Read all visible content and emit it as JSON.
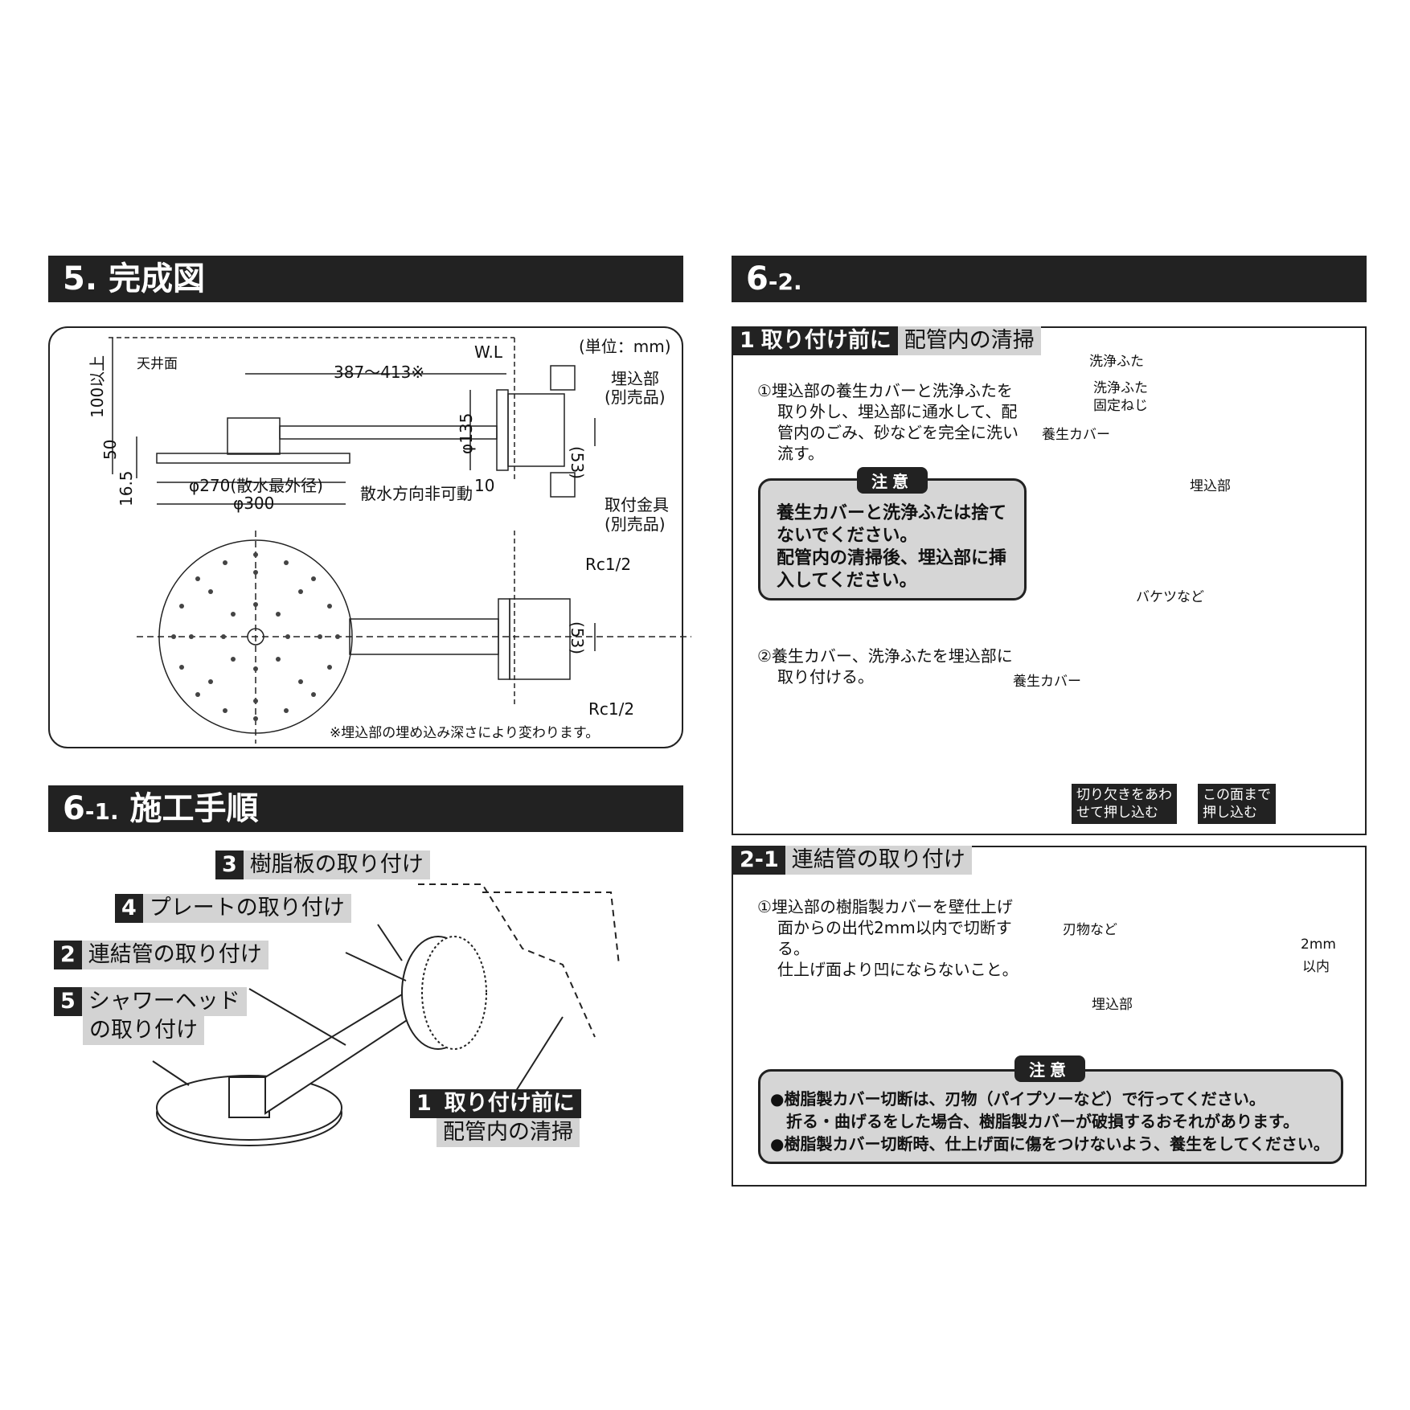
{
  "sec5": {
    "num": "5.",
    "title": "完成図"
  },
  "sec61": {
    "num": "6",
    "sub": "-1.",
    "title": "施工手順"
  },
  "sec62": {
    "num": "6",
    "sub": "-2."
  },
  "drawing": {
    "unit": "(単位：mm)",
    "ceiling": "天井面",
    "wl": "W.L",
    "dim_387": "387～413※",
    "dim_100": "100以上",
    "dim_50": "50",
    "dim_165": "16.5",
    "dim_135": "φ135",
    "dim_53a": "(53)",
    "dim_53b": "(53)",
    "dim_10": "10",
    "dim_270": "φ270(散水最外径)",
    "dim_300": "φ300",
    "spray_fixed": "散水方向非可動",
    "embed_a": "埋込部",
    "embed_b": "(別売品)",
    "fitting_a": "取付金具",
    "fitting_b": "(別売品)",
    "rc_top": "Rc1/2",
    "rc_bot": "Rc1/2",
    "note": "※埋込部の埋め込み深さにより変わります。"
  },
  "steps": {
    "s3": {
      "num": "3",
      "label": "樹脂板の取り付け"
    },
    "s4": {
      "num": "4",
      "label": "プレートの取り付け"
    },
    "s2": {
      "num": "2",
      "label": "連結管の取り付け"
    },
    "s5": {
      "num": "5",
      "label": "シャワーヘッド",
      "label2": "の取り付け"
    },
    "s1": {
      "num": "1",
      "label": "取り付け前に",
      "label2": "配管内の清掃"
    }
  },
  "panel1": {
    "tag_num": "1",
    "tag_a": "取り付け前に",
    "tag_b": "配管内の清掃",
    "step1": [
      "①埋込部の養生カバーと洗浄ふたを",
      "取り外し、埋込部に通水して、配",
      "管内のごみ、砂などを完全に洗い",
      "流す。"
    ],
    "caution_badge": "注意",
    "caution": [
      "養生カバーと洗浄ふたは捨て",
      "ないでください。",
      "配管内の清掃後、埋込部に挿",
      "入してください。"
    ],
    "step2": [
      "②養生カバー、洗浄ふたを埋込部に",
      "取り付ける。"
    ],
    "lbl_wash_lid": "洗浄ふた",
    "lbl_screw_a": "洗浄ふた",
    "lbl_screw_b": "固定ねじ",
    "lbl_cover": "養生カバー",
    "lbl_embed": "埋込部",
    "lbl_bucket": "バケツなど",
    "lbl_cover2": "養生カバー",
    "box1": [
      "切り欠きをあわ",
      "せて押し込む"
    ],
    "box2": [
      "この面まで",
      "押し込む"
    ]
  },
  "panel2": {
    "tag_num": "2-1",
    "tag_a": "連結管の取り付け",
    "step1": [
      "①埋込部の樹脂製カバーを壁仕上げ",
      "面からの出代2mm以内で切断す",
      "る。",
      "仕上げ面より凹にならないこと。"
    ],
    "lbl_blade": "刃物など",
    "lbl_embed": "埋込部",
    "lbl_2mm_a": "2mm",
    "lbl_2mm_b": "以内",
    "caution_badge": "注意",
    "caution": [
      "●樹脂製カバー切断は、刃物（パイプソーなど）で行ってください。",
      "　折る・曲げるをした場合、樹脂製カバーが破損するおそれがあります。",
      "●樹脂製カバー切断時、仕上げ面に傷をつけないよう、養生をしてください。"
    ]
  }
}
